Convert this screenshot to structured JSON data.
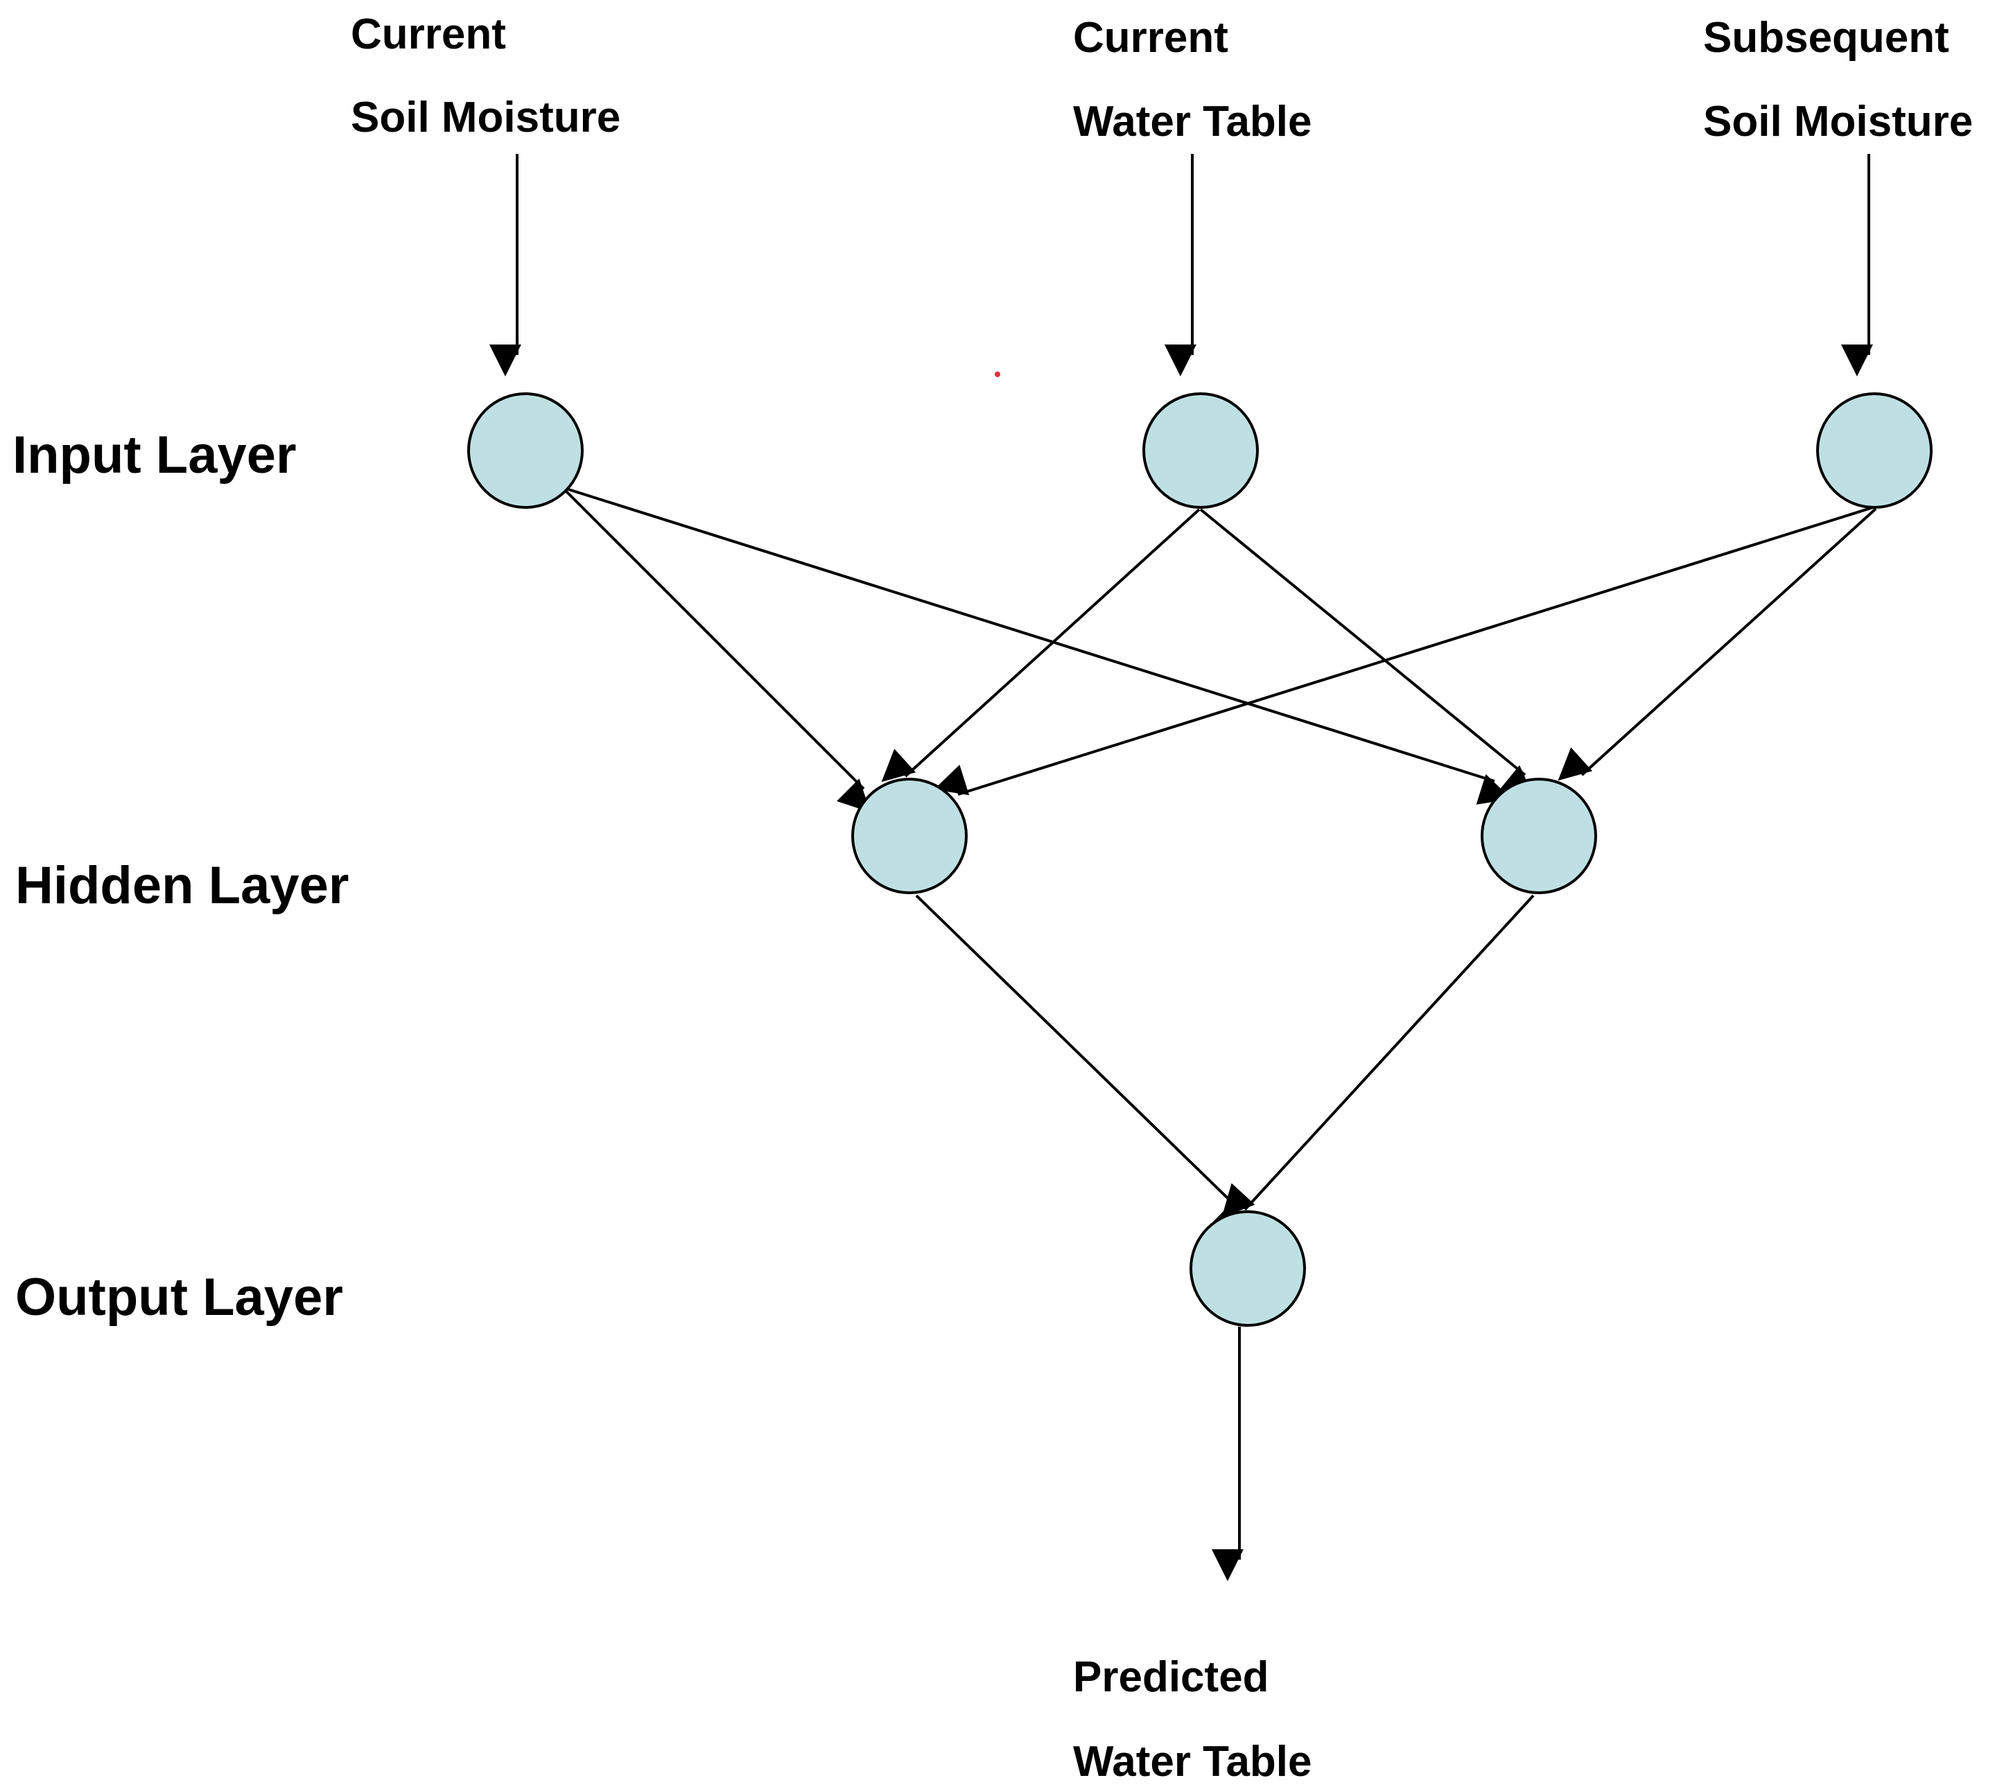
{
  "diagram": {
    "layers": {
      "input": "Input Layer",
      "hidden": "Hidden Layer",
      "output": "Output Layer"
    },
    "inputs": [
      {
        "line1": "Current",
        "line2": "Soil Moisture"
      },
      {
        "line1": "Current",
        "line2": "Water Table"
      },
      {
        "line1": "Subsequent",
        "line2": "Soil Moisture"
      }
    ],
    "output": {
      "line1": "Predicted",
      "line2": "Water Table"
    },
    "colors": {
      "node_fill": "#bfe0e2",
      "stroke": "#000000",
      "stray_dot": "#e0303a"
    }
  }
}
